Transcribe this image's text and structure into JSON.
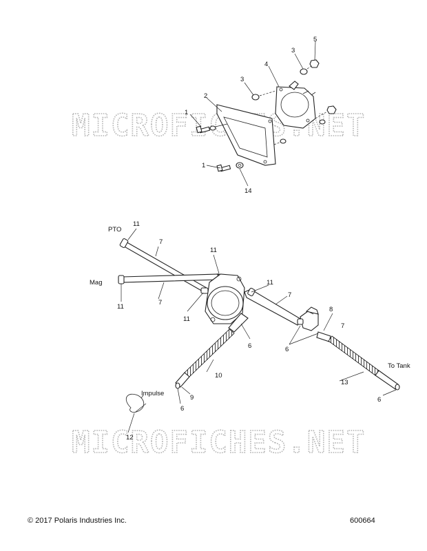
{
  "watermark": "MICROFICHES.NET",
  "footer": {
    "copyright": "© 2017 Polaris Industries Inc.",
    "diagram_number": "600664"
  },
  "callouts": {
    "c1a": "1",
    "c1b": "1",
    "c2": "2",
    "c3a": "3",
    "c3b": "3",
    "c4": "4",
    "c5": "5",
    "c14": "14",
    "c11a": "11",
    "c11b": "11",
    "c11c": "11",
    "c11d": "11",
    "c11e": "11",
    "c7a": "7",
    "c7b": "7",
    "c7c": "7",
    "c7d": "7",
    "c8": "8",
    "c6a": "6",
    "c6b": "6",
    "c6c": "6",
    "c6d": "6",
    "c9": "9",
    "c10": "10",
    "c12": "12",
    "c13": "13"
  },
  "text_labels": {
    "pto": "PTO",
    "mag": "Mag",
    "impulse": "Impulse",
    "to_tank": "To Tank"
  }
}
